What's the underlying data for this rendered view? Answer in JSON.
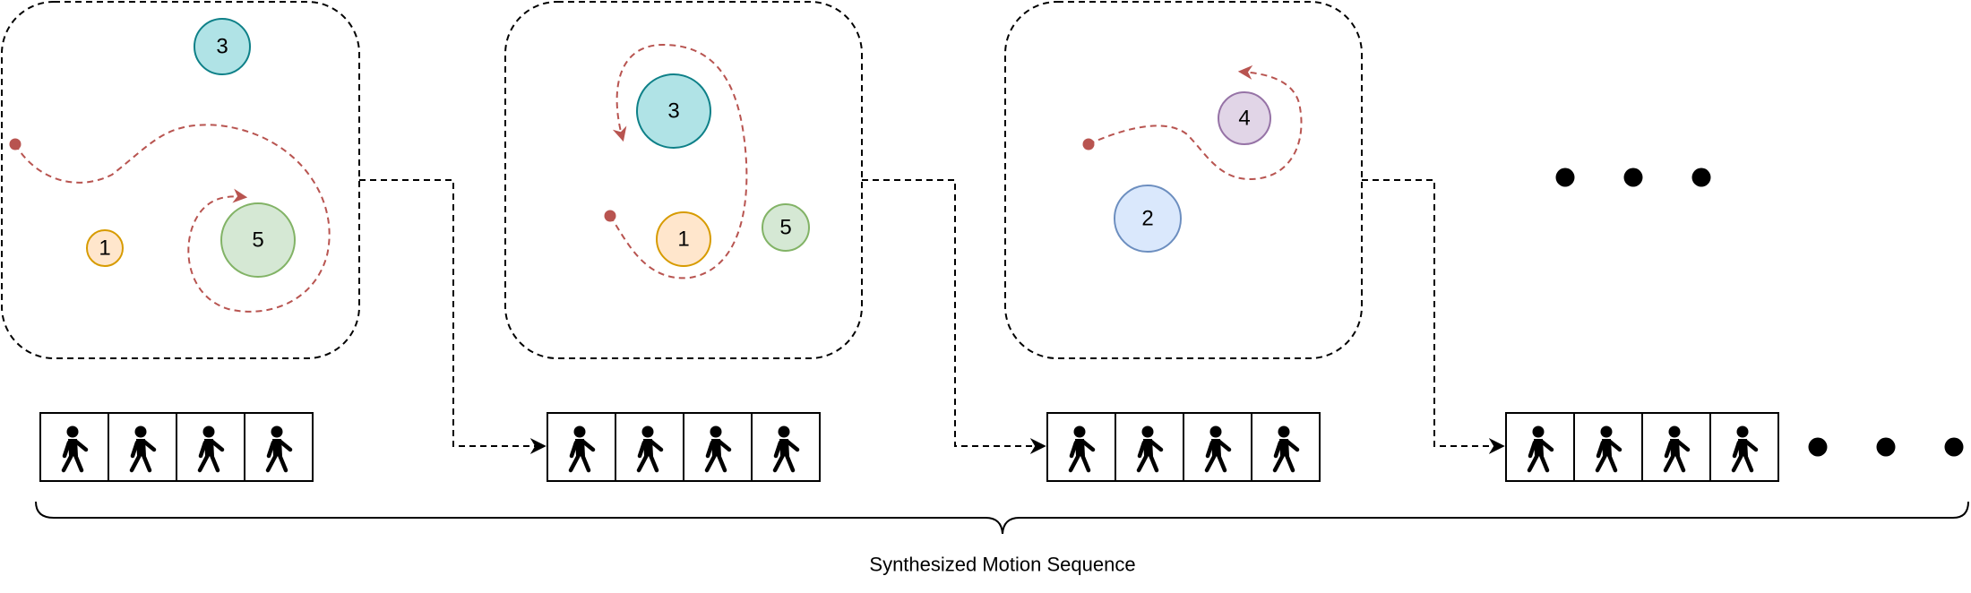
{
  "caption": "Synthesized Motion Sequence",
  "colors": {
    "trajectory": "#b85450",
    "connector": "#000000",
    "orange_fill": "#ffe6cc",
    "orange_stroke": "#d79b00",
    "teal_fill": "#b0e3e6",
    "teal_stroke": "#0e8088",
    "green_fill": "#d5e8d4",
    "green_stroke": "#82b366",
    "blue_fill": "#dae8fc",
    "blue_stroke": "#6c8ebf",
    "purple_fill": "#e1d5e7",
    "purple_stroke": "#9673a6"
  },
  "icon": "walking-person-icon",
  "scenes": [
    {
      "objects": [
        {
          "label": "3",
          "color": "teal"
        },
        {
          "label": "1",
          "color": "orange"
        },
        {
          "label": "5",
          "color": "green"
        }
      ]
    },
    {
      "objects": [
        {
          "label": "3",
          "color": "teal"
        },
        {
          "label": "1",
          "color": "orange"
        },
        {
          "label": "5",
          "color": "green"
        }
      ]
    },
    {
      "objects": [
        {
          "label": "4",
          "color": "purple"
        },
        {
          "label": "2",
          "color": "blue"
        }
      ]
    }
  ],
  "frame_strips": [
    {
      "frames": 4
    },
    {
      "frames": 4
    },
    {
      "frames": 4
    },
    {
      "frames": 4
    }
  ]
}
